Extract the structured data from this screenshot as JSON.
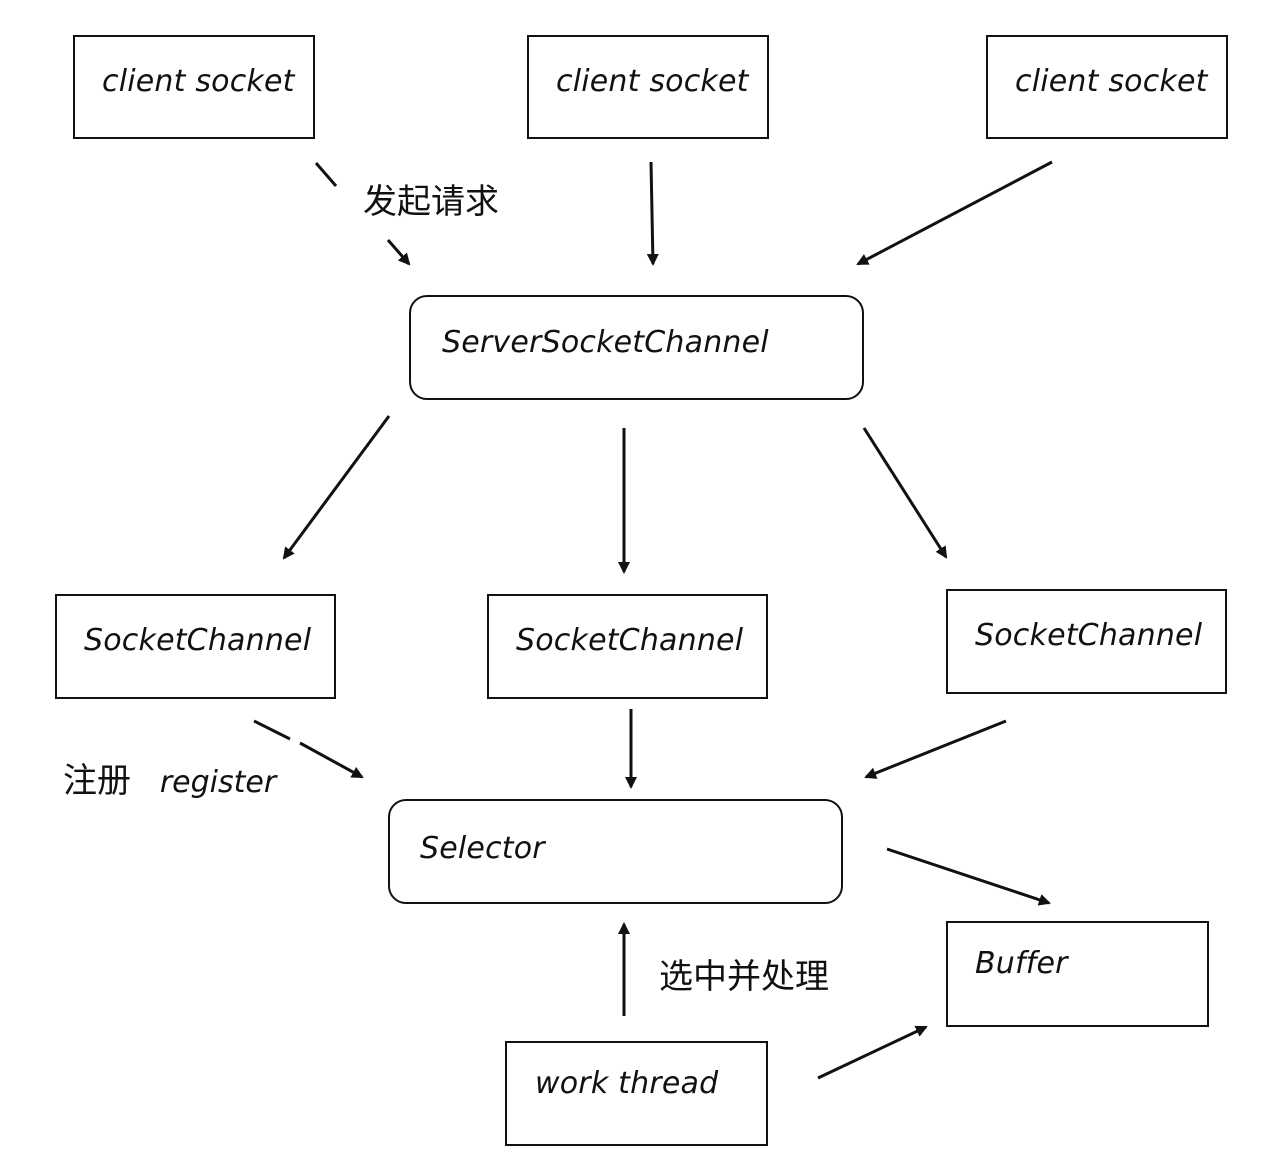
{
  "nodes": {
    "client_socket_1": "client socket",
    "client_socket_2": "client socket",
    "client_socket_3": "client socket",
    "server_socket_channel": "ServerSocketChannel",
    "socket_channel_1": "SocketChannel",
    "socket_channel_2": "SocketChannel",
    "socket_channel_3": "SocketChannel",
    "selector": "Selector",
    "buffer": "Buffer",
    "work_thread": "work thread"
  },
  "annotations": {
    "initiate_request": "发起请求",
    "register_cn": "注册",
    "register_en": "register",
    "select_and_process": "选中并处理"
  },
  "colors": {
    "stroke": "#111111",
    "background": "#ffffff"
  }
}
